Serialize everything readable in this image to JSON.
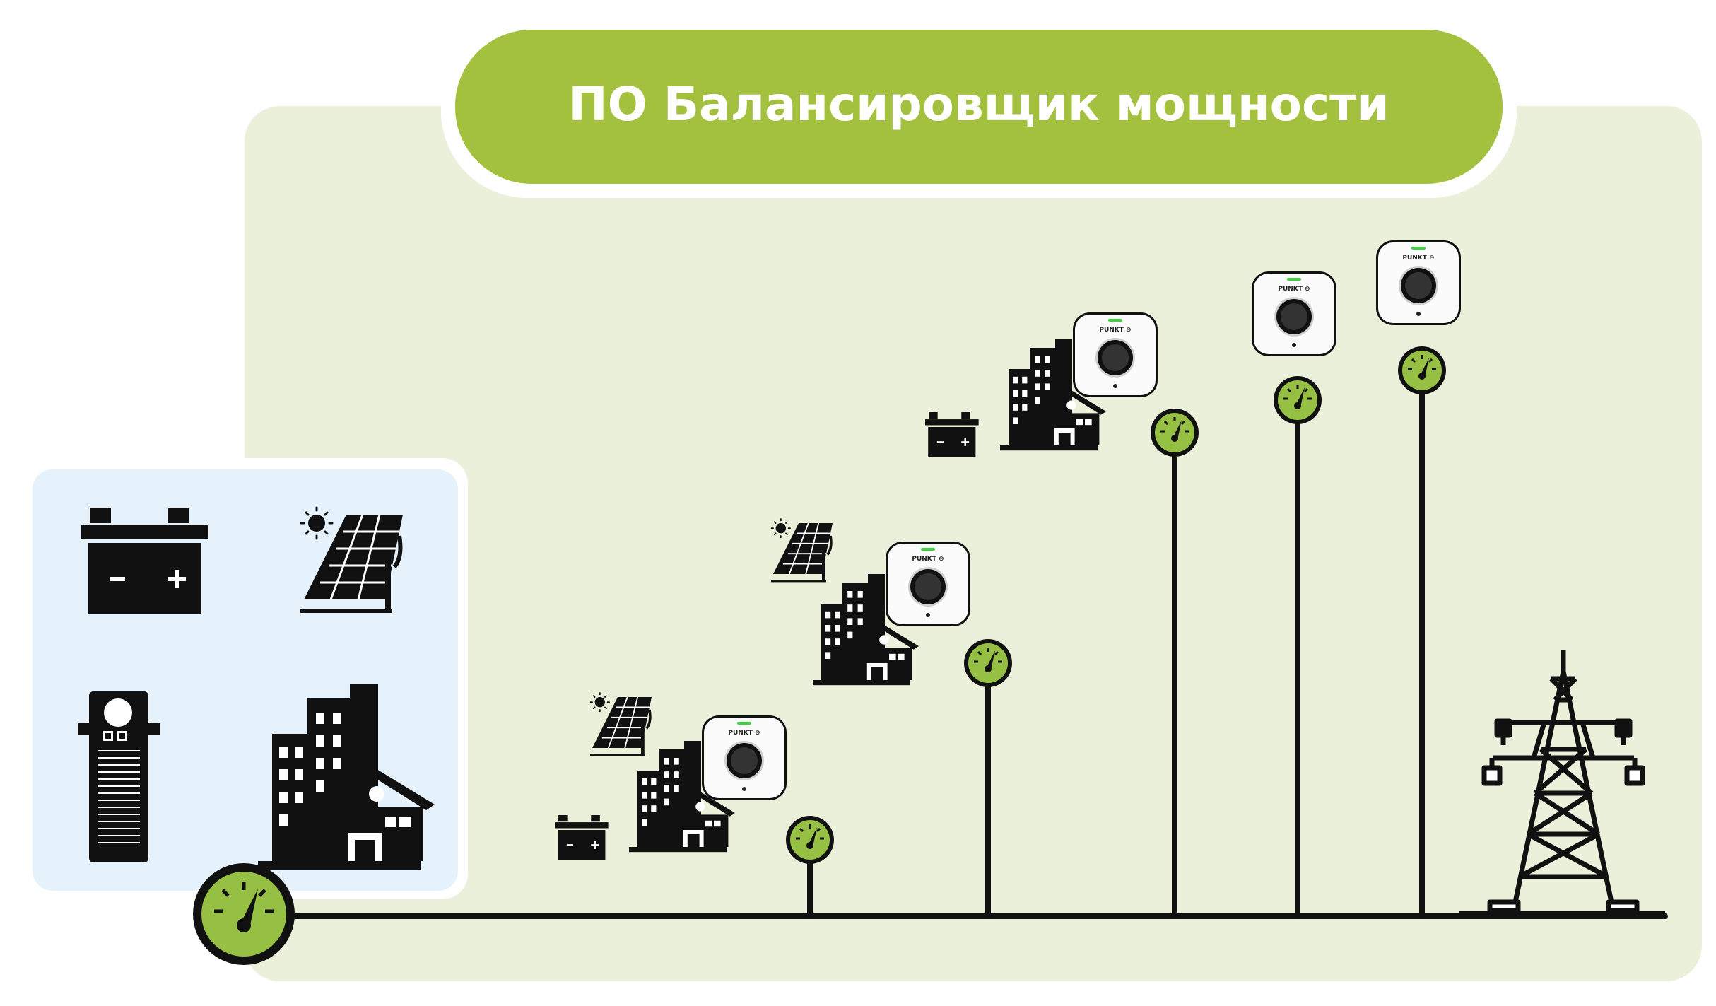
{
  "header": {
    "title": "ПО Балансировщик мощности"
  },
  "charger_brand": "PUNKT ⊖",
  "colors": {
    "panel_green": "#eaf0d9",
    "banner_green": "#a3c13e",
    "legend_blue": "#e6f2fb",
    "meter_green": "#96c043",
    "charger_led": "#3fd13f",
    "ink": "#111111"
  },
  "legend": {
    "items": [
      {
        "name": "battery",
        "icon": "battery-icon"
      },
      {
        "name": "solar-panel",
        "icon": "solar-panel-icon"
      },
      {
        "name": "energy-storage-cabinet",
        "icon": "storage-cabinet-icon"
      },
      {
        "name": "buildings",
        "icon": "buildings-icon"
      }
    ]
  },
  "sites": [
    {
      "id": 1,
      "icons": [
        "solar-panel-icon",
        "battery-icon",
        "buildings-icon",
        "charger-icon"
      ],
      "meter": "meter-icon"
    },
    {
      "id": 2,
      "icons": [
        "solar-panel-icon",
        "buildings-icon",
        "charger-icon"
      ],
      "meter": "meter-icon"
    },
    {
      "id": 3,
      "icons": [
        "battery-icon",
        "buildings-icon",
        "charger-icon"
      ],
      "meter": "meter-icon"
    },
    {
      "id": 4,
      "icons": [
        "charger-icon"
      ],
      "meter": "meter-icon"
    },
    {
      "id": 5,
      "icons": [
        "charger-icon"
      ],
      "meter": "meter-icon"
    }
  ],
  "grid": {
    "icon": "power-pylon-icon"
  },
  "main_meter": {
    "icon": "meter-icon"
  }
}
